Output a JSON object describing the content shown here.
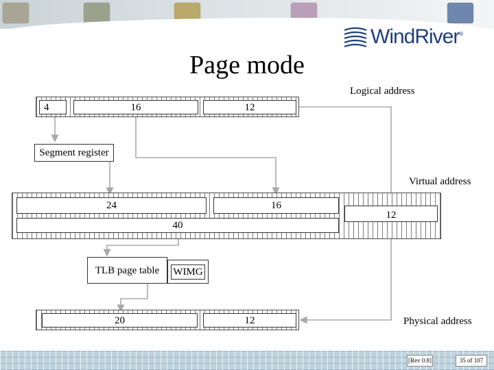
{
  "logo": {
    "brand": "WindRiver"
  },
  "title": "Page mode",
  "logical": {
    "label": "Logical address",
    "fields": [
      "4",
      "16",
      "12"
    ]
  },
  "segment_register": "Segment register",
  "virtual": {
    "label": "Virtual address",
    "fields": [
      "24",
      "16",
      "12"
    ],
    "combined": "40"
  },
  "tlb": {
    "label": "TLB page table",
    "wimg": "WIMG"
  },
  "physical": {
    "label": "Physical address",
    "fields": [
      "20",
      "12"
    ]
  },
  "footer": {
    "rev": "[Rev 0.8]",
    "page": "35 of 107"
  },
  "colors": {
    "connector": "#a8a8a8",
    "logo": "#1e3f79",
    "footer_strip": "#bfd3dd"
  }
}
